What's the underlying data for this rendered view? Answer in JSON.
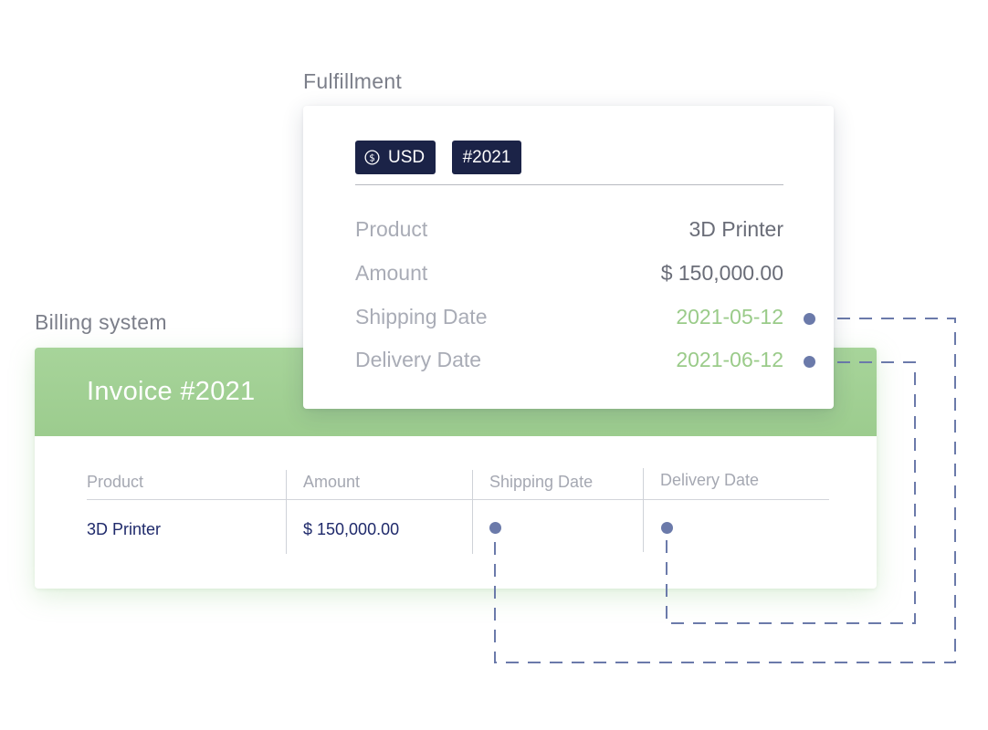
{
  "labels": {
    "fulfillment": "Fulfillment",
    "billing": "Billing system"
  },
  "fulfillment": {
    "currency_badge": "USD",
    "currency_icon": "dollar-circle-icon",
    "id_badge": "#2021",
    "rows": [
      {
        "label": "Product",
        "value": "3D Printer"
      },
      {
        "label": "Amount",
        "value": "$ 150,000.00"
      },
      {
        "label": "Shipping Date",
        "value": "2021-05-12"
      },
      {
        "label": "Delivery Date",
        "value": "2021-06-12"
      }
    ]
  },
  "billing": {
    "title": "Invoice #2021",
    "columns": [
      "Product",
      "Amount",
      "Shipping Date",
      "Delivery Date"
    ],
    "row": {
      "product": "3D Printer",
      "amount": "$ 150,000.00"
    }
  },
  "colors": {
    "header_green": "#a7d49a",
    "date_green": "#9acb89",
    "badge_navy": "#1b2347",
    "connector": "#6b7aaa",
    "value_navy": "#1f2a6b"
  }
}
